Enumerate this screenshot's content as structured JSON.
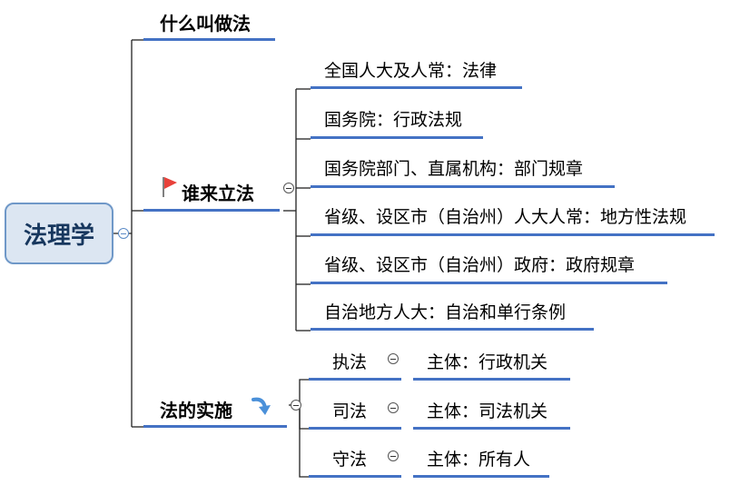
{
  "root": {
    "label": "法理学"
  },
  "branches": [
    {
      "label": "什么叫做法"
    },
    {
      "label": "谁来立法",
      "icon": "red-flag-icon",
      "children": [
        {
          "label": "全国人大及人常：法律"
        },
        {
          "label": "国务院：行政法规"
        },
        {
          "label": "国务院部门、直属机构：部门规章"
        },
        {
          "label": "省级、设区市（自治州）人大人常：地方性法规"
        },
        {
          "label": "省级、设区市（自治州）政府：政府规章"
        },
        {
          "label": "自治地方人大：自治和单行条例"
        }
      ]
    },
    {
      "label": "法的实施",
      "icon": "curved-arrow-icon",
      "children": [
        {
          "label": "执法",
          "detail": "主体：行政机关"
        },
        {
          "label": "司法",
          "detail": "主体：司法机关"
        },
        {
          "label": "守法",
          "detail": "主体：所有人"
        }
      ]
    }
  ],
  "colors": {
    "underline": "#4472c4",
    "root_fill": "#dce6f2",
    "root_border": "#6f98c8",
    "flag": "#e8413a",
    "arrow": "#4a90d9"
  }
}
